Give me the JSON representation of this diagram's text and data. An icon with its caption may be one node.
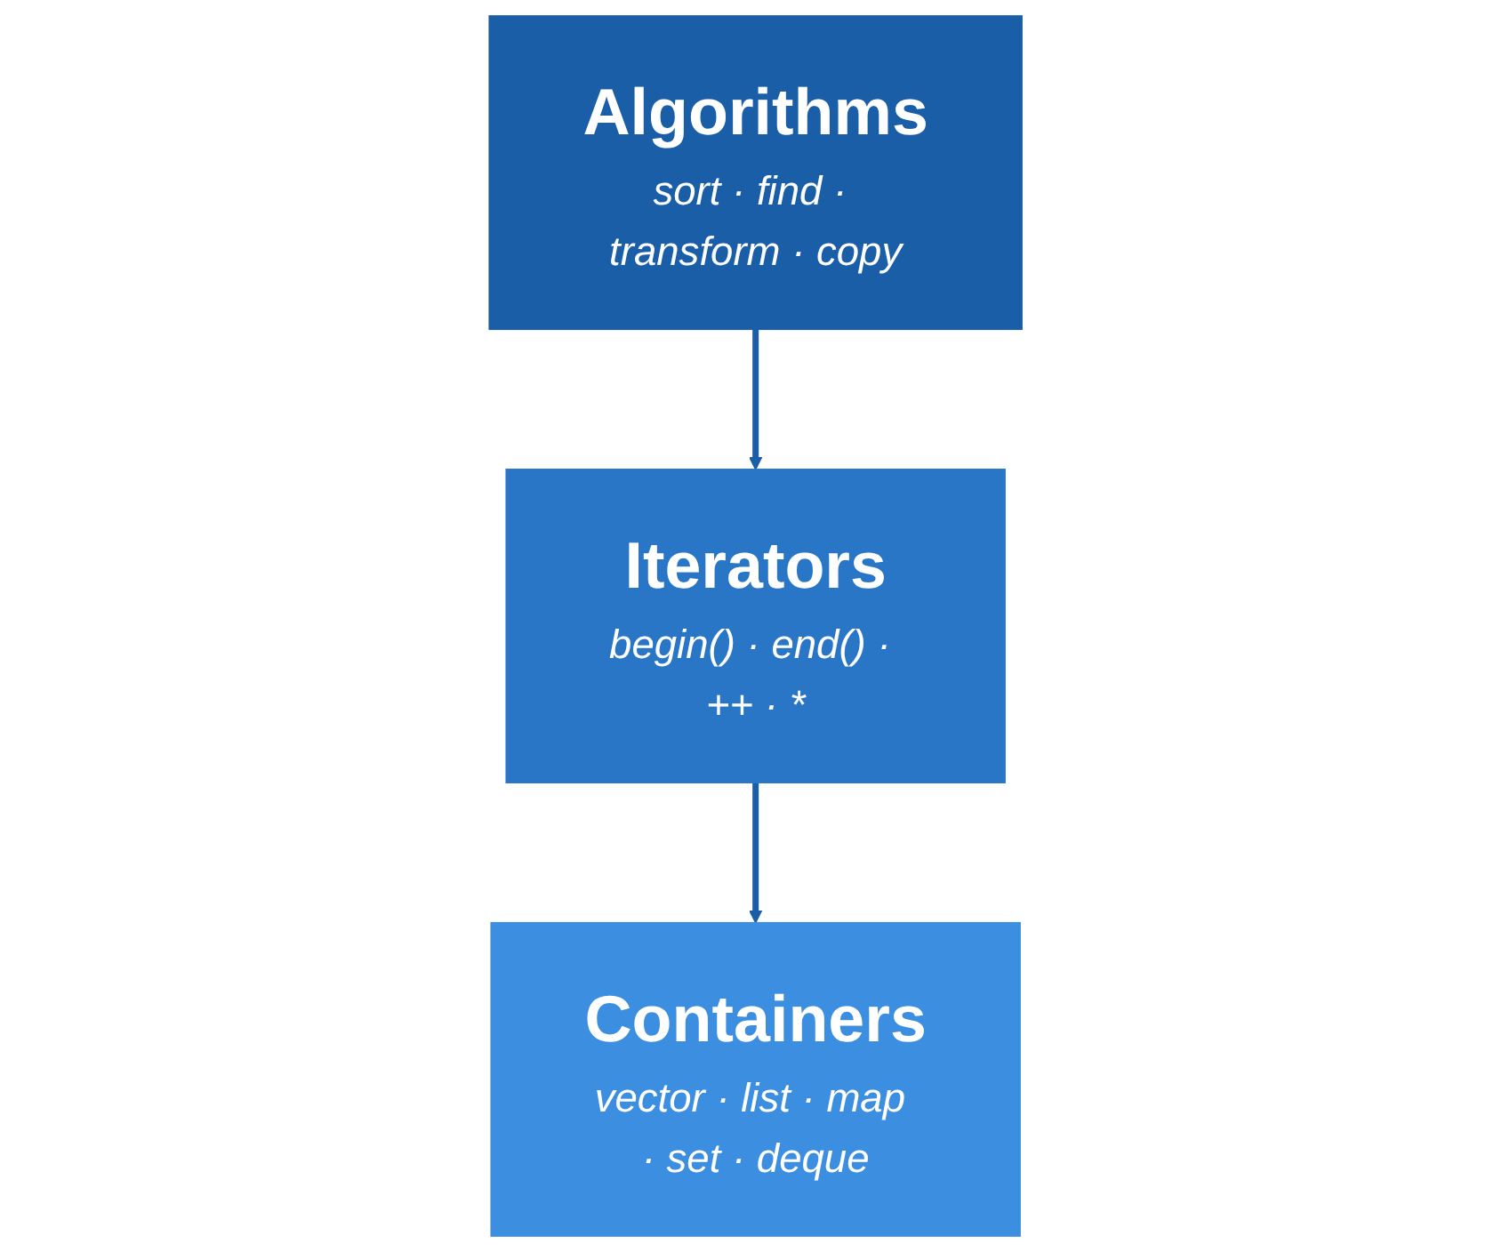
{
  "diagram": {
    "nodes": [
      {
        "text": [
          "Algorithms",
          "sort · find · transform · copy"
        ]
      },
      {
        "text": [
          "Iterators",
          "begin() · end() · ++ · *"
        ]
      },
      {
        "text": [
          "Containers",
          "vector · list · map · set · deque"
        ]
      }
    ],
    "edges": [
      {
        "from": 0,
        "to": 1,
        "arrow": "to"
      },
      {
        "from": 1,
        "to": 2,
        "arrow": "to"
      }
    ]
  }
}
